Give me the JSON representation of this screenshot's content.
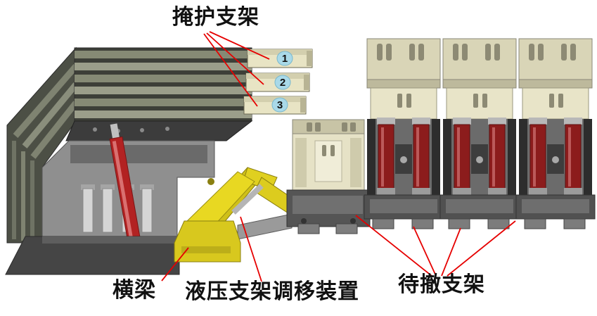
{
  "figure": {
    "callouts": {
      "shield_support": {
        "label": "掩护支架"
      },
      "cross_beam": {
        "label": "横梁"
      },
      "transfer_device": {
        "label": "液压支架调移装置"
      },
      "withdraw_supports": {
        "label": "待撤支架"
      }
    },
    "badges": [
      {
        "label": "1"
      },
      {
        "label": "2"
      },
      {
        "label": "3"
      }
    ],
    "colors": {
      "leader_line": "#e60000",
      "badge_fill": "#a9d9e8",
      "canopy_beige": "#e3dfc2",
      "cylinder_red": "#8c1c1c",
      "device_yellow": "#e5d41f",
      "structure_gray": "#7f7f7f"
    }
  }
}
